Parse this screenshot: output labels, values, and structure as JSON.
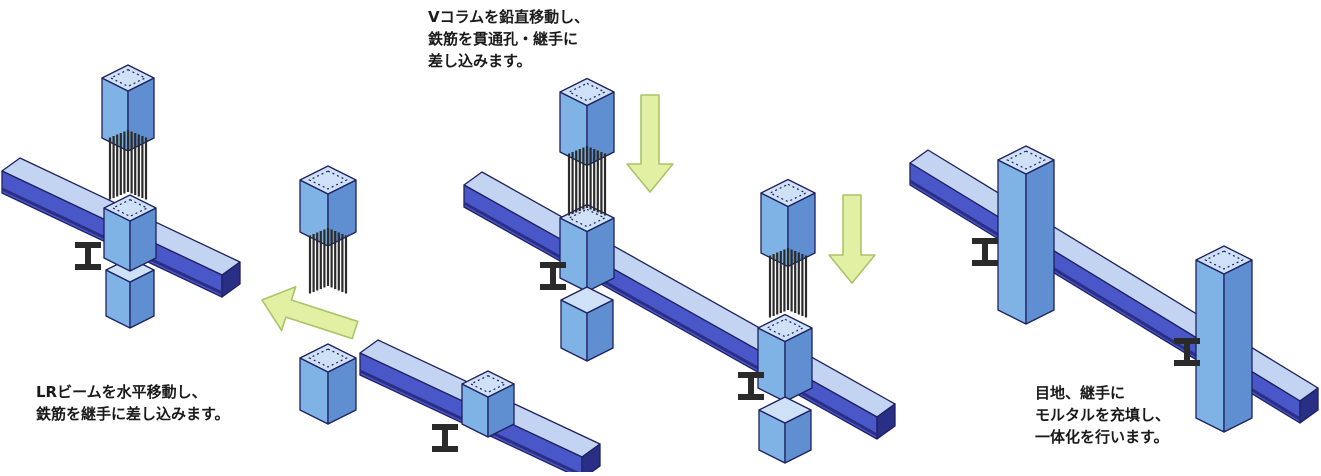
{
  "captions": {
    "vcolumn": [
      "Vコラムを鉛直移動し、",
      "鉄筋を貫通孔・継手に",
      "差し込みます。"
    ],
    "lrbeam": [
      "LRビームを水平移動し、",
      "鉄筋を継手に差し込みます。"
    ],
    "mortar": [
      "目地、継手に",
      "モルタルを充填し、",
      "一体化を行います。"
    ]
  },
  "colors": {
    "beam_top": "#c3d4f2",
    "beam_front": "#4a57c9",
    "beam_dark": "#2a2f86",
    "column_front": "#7fb3e6",
    "column_side": "#5f8fd0",
    "column_top": "#cfe1f7",
    "rebar": "#2b2b2b",
    "bracket": "#2a2a2a",
    "arrow_fill": "#e2f0a3",
    "arrow_stroke": "#aac46a",
    "outline": "#1e2060"
  }
}
